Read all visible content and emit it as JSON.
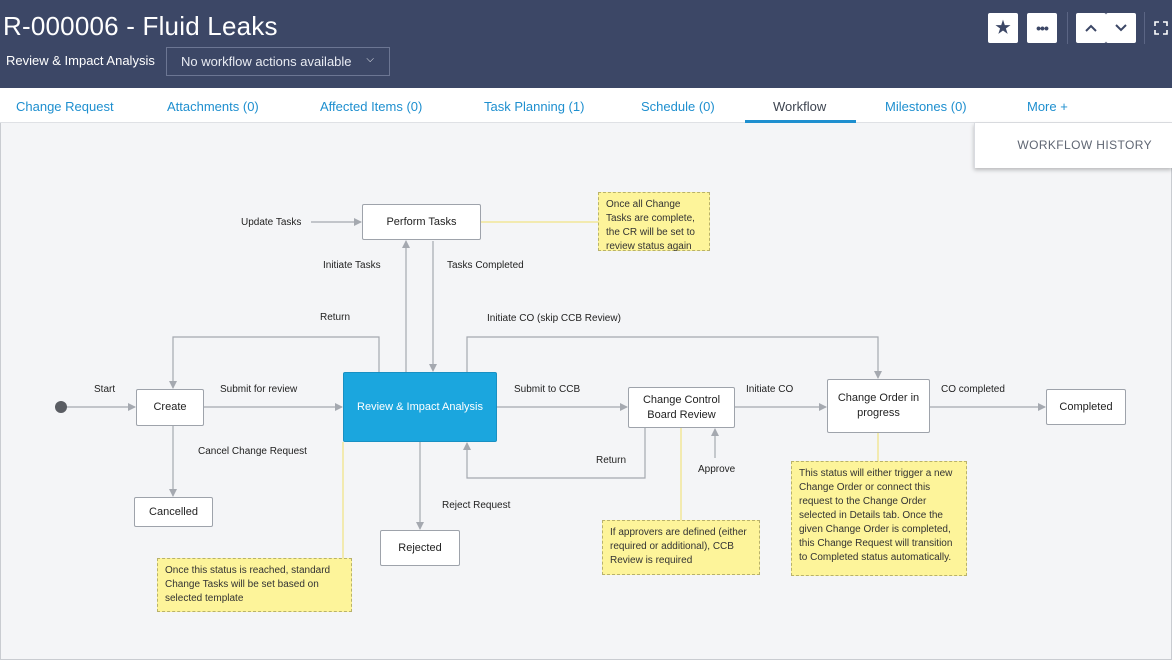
{
  "header": {
    "title": "R-000006 - Fluid Leaks",
    "state_label": "Review & Impact Analysis",
    "workflow_dropdown": "No workflow actions available",
    "buttons": [
      "star-icon",
      "more-icon",
      "chevron-up-icon",
      "chevron-down-icon",
      "fullscreen-icon"
    ]
  },
  "tabs": [
    {
      "label": "Change Request"
    },
    {
      "label": "Attachments (0)"
    },
    {
      "label": "Affected Items (0)"
    },
    {
      "label": "Task Planning (1)"
    },
    {
      "label": "Schedule (0)"
    },
    {
      "label": "Workflow"
    },
    {
      "label": "Milestones (0)"
    },
    {
      "label": "More +"
    }
  ],
  "active_tab": "Workflow",
  "workflow_history_label": "WORKFLOW HISTORY",
  "colors": {
    "header_bg": "#3c4766",
    "accent": "#1e8fcf",
    "current_state": "#1ba6de",
    "note_bg": "#fdf49a"
  },
  "diagram": {
    "states": {
      "create": "Create",
      "perform_tasks": "Perform Tasks",
      "review": "Review & Impact Analysis",
      "ccb_review_1": "Change Control",
      "ccb_review_2": "Board Review",
      "change_order_1": "Change Order in",
      "change_order_2": "progress",
      "completed": "Completed",
      "cancelled": "Cancelled",
      "rejected": "Rejected"
    },
    "transitions": {
      "start": "Start",
      "update_tasks": "Update Tasks",
      "initiate_tasks": "Initiate Tasks",
      "tasks_completed": "Tasks Completed",
      "return_top": "Return",
      "initiate_co_skip": "Initiate CO (skip CCB Review)",
      "submit_for_review": "Submit for review",
      "submit_to_ccb": "Submit to CCB",
      "initiate_co": "Initiate CO",
      "co_completed": "CO completed",
      "cancel_cr": "Cancel Change Request",
      "reject_request": "Reject Request",
      "return_ccb": "Return",
      "approve": "Approve"
    },
    "notes": {
      "perform_tasks_note": "Once all Change Tasks are complete, the CR will be set to review status again",
      "review_note": "Once this status is reached, standard Change Tasks will be set based on selected template",
      "ccb_note": "If approvers are defined (either required or additional), CCB Review is required",
      "change_order_note": "This status will either trigger a new Change Order or connect this request to the Change Order selected in Details tab. Once the given Change Order is completed, this Change Request will transition to Completed status automatically."
    }
  }
}
